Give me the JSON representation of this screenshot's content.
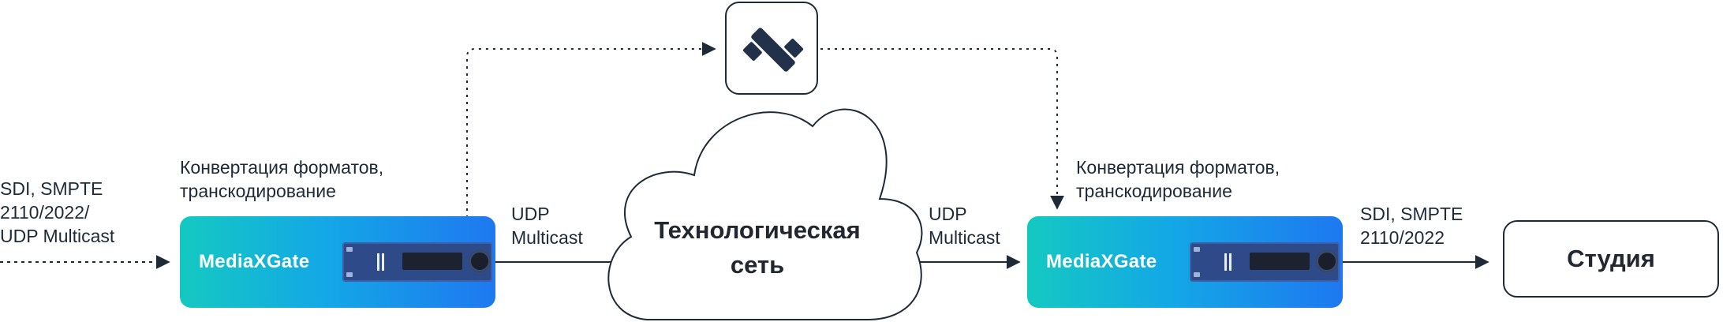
{
  "input_label": [
    "SDI, SMPTE",
    "2110/2022/",
    "UDP Multicast"
  ],
  "left_device": {
    "caption": [
      "Конвертация форматов,",
      "транскодирование"
    ],
    "name": "MediaXGate"
  },
  "link_left_label": [
    "UDP",
    "Multicast"
  ],
  "cloud": {
    "label": [
      "Технологическая",
      "сеть"
    ]
  },
  "link_right_label": [
    "UDP",
    "Multicast"
  ],
  "right_device": {
    "caption": [
      "Конвертация форматов,",
      "транскодирование"
    ],
    "name": "MediaXGate"
  },
  "output_label": [
    "SDI, SMPTE",
    "2110/2022"
  ],
  "studio": {
    "label": "Студия"
  },
  "satellite": {
    "icon": "satellite-icon"
  },
  "colors": {
    "device_gradient": [
      "#14c9c1",
      "#1e78f0"
    ],
    "stroke": "#1f2a37"
  }
}
